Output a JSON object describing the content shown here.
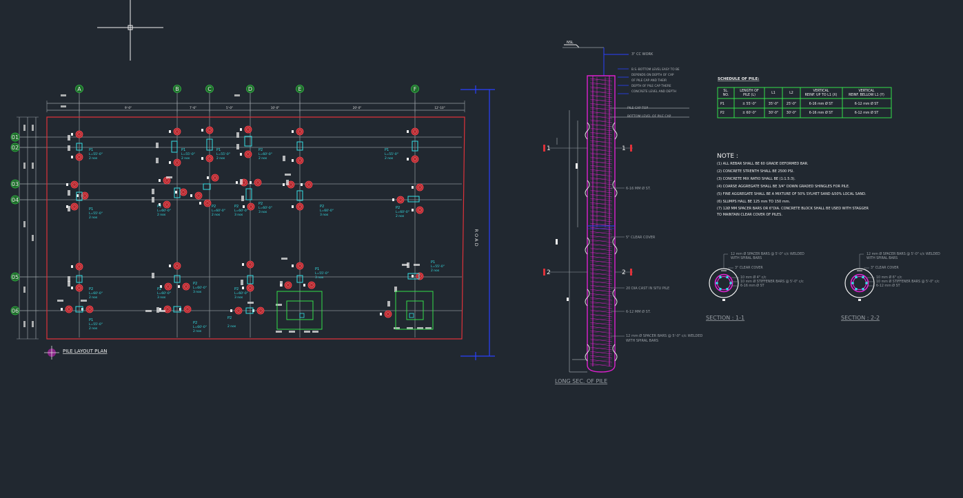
{
  "plan": {
    "grid_cols": [
      "A",
      "B",
      "C",
      "D",
      "E",
      "F"
    ],
    "grid_rows": [
      "01",
      "02",
      "03",
      "04",
      "05",
      "06"
    ],
    "top_dims": [
      "9'-0\"",
      "7'-6\"",
      "5'-0\"",
      "10'-0\"",
      "20'-0\"",
      "12'-10\""
    ],
    "road_label": "R O A D",
    "title": "PILE LAYOUT PLAN",
    "pile_tags": [
      {
        "name": "P1",
        "len": "L=55'-0\"",
        "qty": "2 nos"
      },
      {
        "name": "P2",
        "len": "L=60'-0\"",
        "qty": "2 nos"
      },
      {
        "name": "P1",
        "len": "L=55'-0\"",
        "qty": "2 nos"
      },
      {
        "name": "P1",
        "len": "L=55'-0\"",
        "qty": "2 nos"
      },
      {
        "name": "P2",
        "len": "L=60'-0\"",
        "qty": "2 nos"
      },
      {
        "name": "P1",
        "len": "L=55'-0\"",
        "qty": "2 nos"
      },
      {
        "name": "P2",
        "len": "L=60'-0\"",
        "qty": "3 nos"
      },
      {
        "name": "P2",
        "len": "L=60'-0\"",
        "qty": "3 nos"
      },
      {
        "name": "P2",
        "len": "L=60'-0\"",
        "qty": "2 nos"
      },
      {
        "name": "P2",
        "len": "L=60'-0\"",
        "qty": "3 nos"
      },
      {
        "name": "P2",
        "len": "L=60'-0\"",
        "qty": "3 nos"
      },
      {
        "name": "P2",
        "len": "L=60'-0\"",
        "qty": "3 nos"
      },
      {
        "name": "P2",
        "len": "L=60'-0\"",
        "qty": "2 nos"
      },
      {
        "name": "P2",
        "len": "L=60'-0\"",
        "qty": "3 nos"
      },
      {
        "name": "P2",
        "len": "L=60'-0\"",
        "qty": "2 nos"
      },
      {
        "name": "P1",
        "len": "L=55'-0\"",
        "qty": "3 nos"
      },
      {
        "name": "P2",
        "len": "",
        "qty": "2 nos"
      },
      {
        "name": "P1",
        "len": "L=55'-0\"",
        "qty": "2 nos"
      },
      {
        "name": "P2",
        "len": "L=60'-0\"",
        "qty": "2 nos"
      },
      {
        "name": "P1",
        "len": "L=55'-0\"",
        "qty": "2 nos"
      }
    ]
  },
  "long_section": {
    "title": "LONG SEC. OF PILE",
    "nsl": "NSL",
    "labels": [
      "3\" CC WORK",
      "5\" CLEAR COVER",
      "20 DIA CAST IN SITU PILE",
      "6-16 MM Ø ST.",
      "6-12 MM Ø ST.",
      "12 mm Ø SPACER BARS @ 5'-0\" c/c WELDED",
      "WITH SPIRAL BARS"
    ],
    "blurred_notes": [
      "B.S.-BOTTOM LEVEL EASY TO BE",
      "DEPENDS ON DEPTH OF CAP",
      "OF PILE CAP AND THEIR",
      "DEPTH OF PILE CAP THERE",
      "CONCRETE LEVEL AND DEPTH"
    ],
    "pile_cap_top": "PILE CAP TOP",
    "pile_cap_bottom": "BOTTOM LEVEL OF PILE CAP",
    "sec_marks": [
      "1",
      "1",
      "2",
      "2"
    ]
  },
  "schedule": {
    "title": "SCHEDULE OF PILE:",
    "headers": [
      "SL. NO.",
      "LENGTH OF PILE (L)",
      "L1",
      "L2",
      "VERTICAL REINF. UP TO L1 (X)",
      "VERTICAL REINF. BELLOW L1 (Y)"
    ],
    "rows": [
      [
        "P1",
        "± 55'-0\"",
        "35'-0\"",
        "25'-0\"",
        "6-16 mm Ø ST",
        "6-12 mm Ø ST"
      ],
      [
        "P2",
        "± 60'-0\"",
        "30'-0\"",
        "30'-0\"",
        "6-16 mm Ø ST",
        "6-12 mm Ø ST"
      ]
    ]
  },
  "notes": {
    "title": "NOTE :",
    "items": [
      "(1) ALL REBAR SHALL BE 60 GRADE DEFORMED BAR.",
      "(2) CONCRETE STRENTH SHALL BE 2500 PSI.",
      "(3) CONCRETE MIX RATIO SHALL BE (1:1.5:3).",
      "(4) COARSE AGGREGATE SHALL BE 3/4\" DOWN GRADED SHINGLES FOR PILE.",
      "(5) FINE AGGREGATE SHALL BE A MIXTURE OF 50% SYLHET SAND &50% LOCAL SAND.",
      "(6) SLUMPS HALL BE 125 mm TO 150 mm.",
      "(7) 12Ø MM SPACER BARS OR 6\"DIA. CONCRETE BLOCK SHALL BE USED WITH STAGGER",
      "     TO MAINTAIN CLEAR COVER OF PILES."
    ]
  },
  "section_1": {
    "title": "SECTION : 1-1",
    "labels": [
      "12 mm Ø SPACER BARS @ 5'-0\" c/c WELDED",
      "WITH SPIRAL BARS",
      "3\" CLEAR COVER",
      "10 mm Ø 4\" c/c",
      "10 mm Ø STIFFENER BARS @ 5'-0\" c/c",
      "6-16 mm Ø ST"
    ]
  },
  "section_2": {
    "title": "SECTION : 2-2",
    "labels": [
      "12 mm Ø SPACER BARS @ 5'-0\" c/c WELDED",
      "WITH SPIRAL BARS",
      "3\" CLEAR COVER",
      "10 mm Ø 6\" c/c",
      "10 mm Ø STIFFENER BARS @ 5'-0\" c/c",
      "6-12 mm Ø ST"
    ]
  },
  "colors": {
    "background": "#212830",
    "grey": "#9aa0a6",
    "red": "#e0323a",
    "cyan": "#35e0e6",
    "white": "#f2f2f2",
    "green": "#33e04a",
    "magenta": "#e020d0",
    "blue": "#2a40ff",
    "yellow": "#e8e060"
  }
}
